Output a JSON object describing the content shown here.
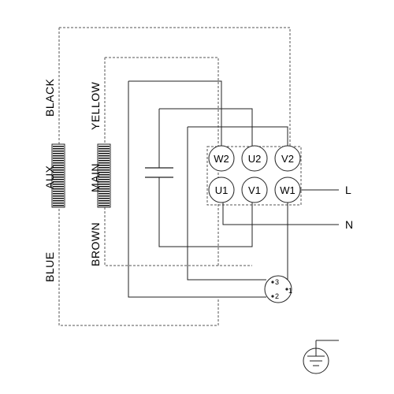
{
  "diagram": {
    "wire_colors": {
      "black": "BLACK",
      "aux": "AUX",
      "blue": "BLUE",
      "yellow": "YELLOW",
      "main": "MAIN",
      "brown": "BROWN"
    },
    "terminals_top": [
      "W2",
      "U2",
      "V2"
    ],
    "terminals_bottom": [
      "U1",
      "V1",
      "W1"
    ],
    "line_labels": {
      "live": "L",
      "neutral": "N"
    },
    "thermal_protector_pins": [
      "3",
      "2",
      "1"
    ],
    "colors": {
      "line": "#222222",
      "dashed": "#555555",
      "background": "#ffffff"
    },
    "icons": [
      "capacitor-icon",
      "winding-coil-icon",
      "thermal-protector-icon",
      "ground-icon"
    ]
  }
}
